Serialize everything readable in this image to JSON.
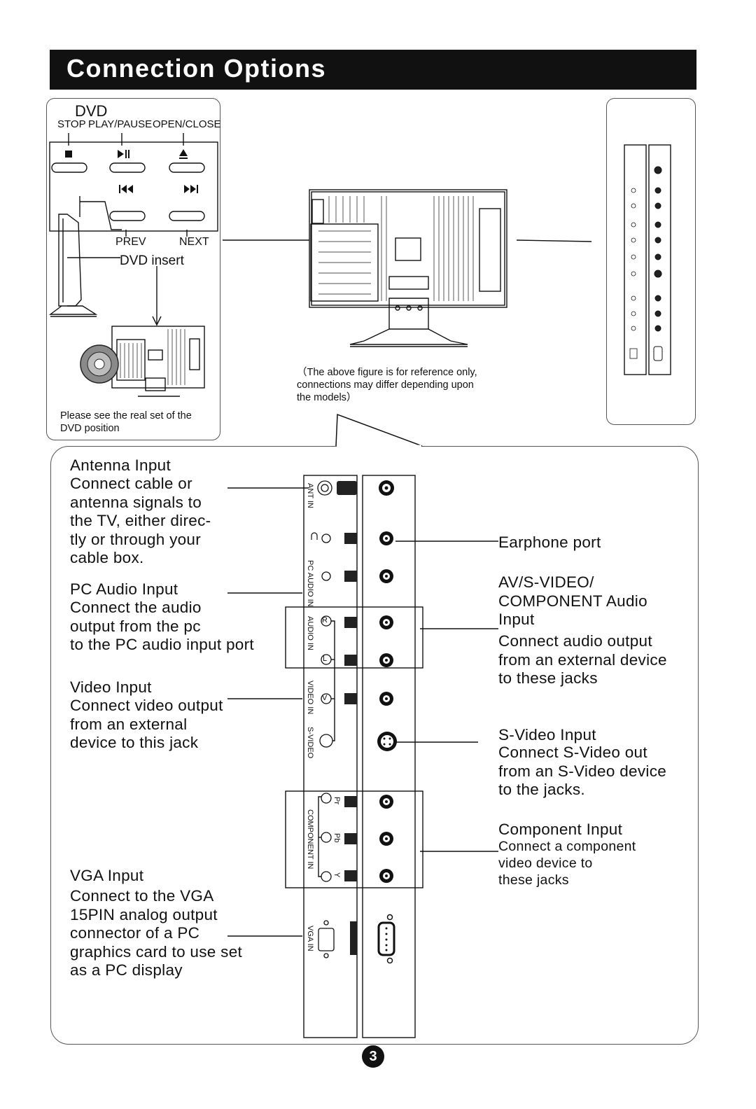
{
  "header": {
    "title": "Connection Options"
  },
  "dvd_panel": {
    "title": "DVD",
    "labels": {
      "stop": "STOP",
      "play_pause": "PLAY/PAUSE",
      "open_close": "OPEN/CLOSE",
      "prev": "PREV",
      "next": "NEXT"
    },
    "insert_label": "DVD insert",
    "note": "Please see the real set of the\nDVD position"
  },
  "reference_note": "（The above figure is for reference only,\nconnections may differ depending upon\nthe models）",
  "panel_labels": {
    "ant_in": "ANT IN",
    "pc_audio_in": "PC AUDIO IN",
    "audio_in": "AUDIO IN",
    "video_in": "VIDEO IN",
    "s_video": "S-VIDEO",
    "component_in": "COMPONENT IN",
    "vga_in": "VGA IN",
    "r": "R",
    "l": "L",
    "v": "V",
    "pr": "Pr",
    "pb": "Pb",
    "y": "Y"
  },
  "left_descriptions": {
    "antenna": {
      "title": "Antenna Input",
      "body": "Connect cable or\nantenna signals to\nthe TV, either direc-\ntly or through your\ncable box."
    },
    "pc_audio": {
      "title": "PC Audio Input",
      "body": "Connect the audio\noutput from the pc\nto the PC audio input port"
    },
    "video": {
      "title": "Video Input",
      "body": "Connect video output\nfrom an external\ndevice to this jack"
    },
    "vga": {
      "title": "VGA  Input",
      "body": "Connect to the VGA\n15PIN analog output\nconnector of a PC\ngraphics card to use set\nas a PC display"
    }
  },
  "right_descriptions": {
    "earphone": {
      "title": "Earphone port"
    },
    "av_audio": {
      "title": "AV/S-VIDEO/\nCOMPONENT Audio\nInput",
      "body": "Connect audio output\nfrom an external device\nto these jacks"
    },
    "s_video": {
      "title": "S-Video Input",
      "body": "Connect S-Video out\nfrom an S-Video device\nto the jacks."
    },
    "component": {
      "title": "Component Input",
      "body": "Connect a component\nvideo device to\nthese jacks"
    }
  },
  "page_number": "3"
}
